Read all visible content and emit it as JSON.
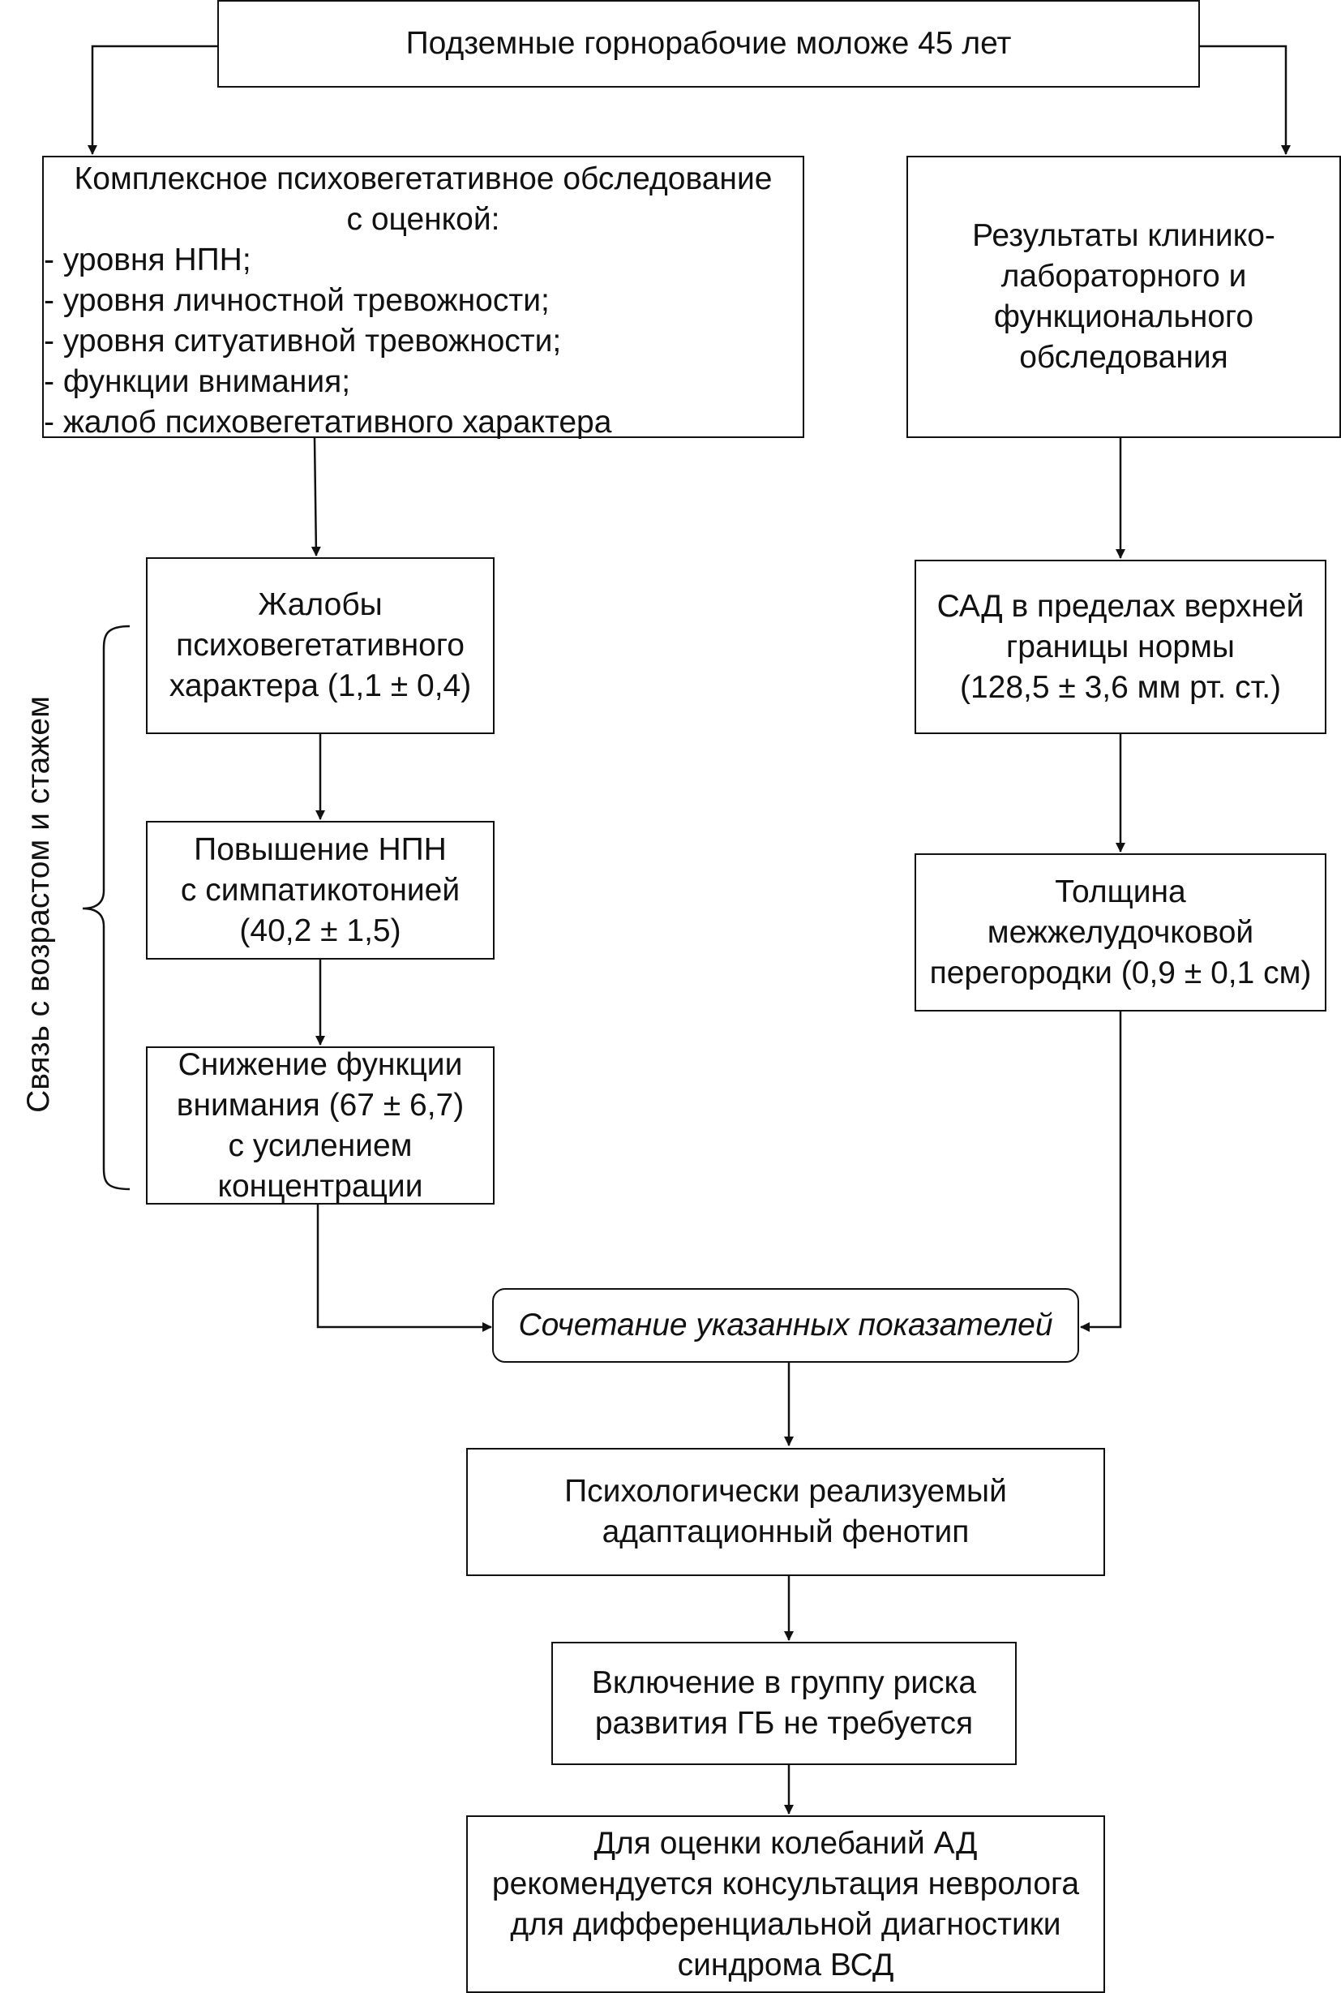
{
  "diagram": {
    "top": {
      "text": "Подземные горнорабочие моложе 45 лет"
    },
    "exam": {
      "lines": [
        "Комплексное психовегетативное обследование",
        "с  оценкой:",
        "- уровня НПН;",
        "- уровня личностной тревожности;",
        "- уровня ситуативной тревожности;",
        "- функции внимания;",
        "- жалоб психовегетативного характера"
      ]
    },
    "clinical": {
      "lines": [
        "Результаты клинико-",
        "лабораторного и",
        "функционального",
        "обследования"
      ]
    },
    "complaints": {
      "lines": [
        "Жалобы",
        "психовегетативного",
        "характера (1,1 ± 0,4)"
      ]
    },
    "npn": {
      "lines": [
        "Повышение НПН",
        "с симпатикотонией",
        "(40,2 ± 1,5)"
      ]
    },
    "attention": {
      "lines": [
        "Снижение функции",
        "внимания (67 ± 6,7)",
        "с усилением",
        "концентрации"
      ]
    },
    "sad": {
      "lines": [
        "САД в пределах верхней",
        "границы нормы",
        "(128,5 ± 3,6 мм рт. ст.)"
      ]
    },
    "septum": {
      "lines": [
        "Толщина",
        "межжелудочковой",
        "перегородки (0,9 ± 0,1 см)"
      ]
    },
    "combination": {
      "text": "Сочетание указанных показателей"
    },
    "phenotype": {
      "lines": [
        "Психологически реализуемый",
        "адаптационный фенотип"
      ]
    },
    "riskgroup": {
      "lines": [
        "Включение в группу риска",
        "развития ГБ не требуется"
      ]
    },
    "recommendation": {
      "lines": [
        "Для оценки колебаний АД",
        "рекомендуется консультация невролога",
        "для дифференциальной диагностики",
        "синдрома ВСД"
      ]
    },
    "side_label": "Связь с возрастом и стажем"
  }
}
